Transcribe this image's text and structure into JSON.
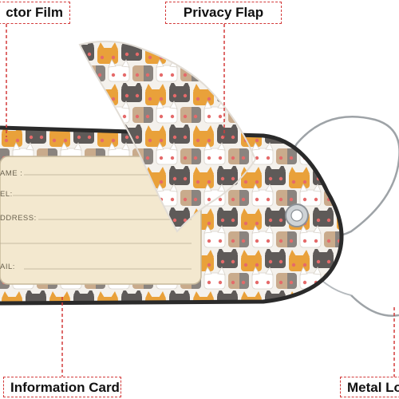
{
  "callouts": {
    "protector_film": "ctor Film",
    "privacy_flap": "Privacy Flap",
    "information_card": "Information Card",
    "metal_lock": "Metal Lo"
  },
  "card_fields": {
    "name": "AME :",
    "tel": "EL:",
    "address": "DDRESS:",
    "email": "AIL:"
  },
  "colors": {
    "callout_border": "#d33a3a",
    "card": "#f3e8cf",
    "tag_edge": "#2a2a2a",
    "cat_orange": "#e9a13a",
    "cat_gray": "#5e5a58",
    "cat_tan": "#c9ab8c",
    "cat_white": "#f6f4f1",
    "cheek_pink": "#e56a6a"
  }
}
